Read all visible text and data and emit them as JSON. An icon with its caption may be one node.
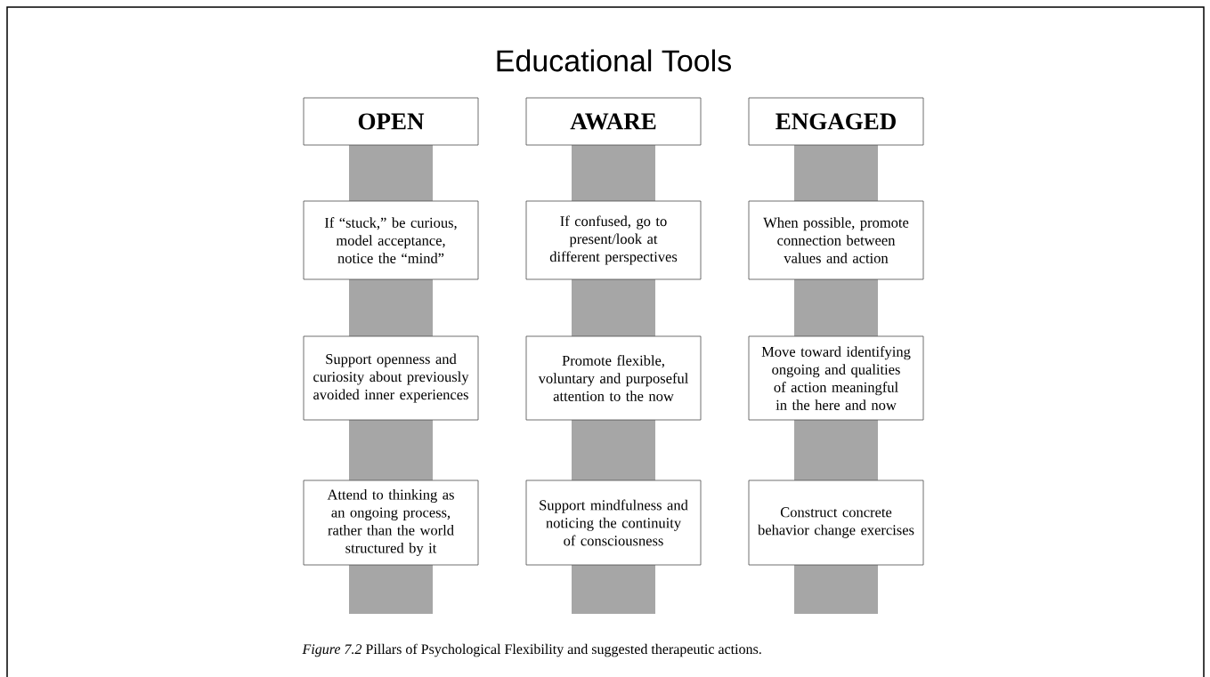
{
  "diagram": {
    "title": "Educational Tools",
    "nodes": [
      {
        "text": [
          "OPEN"
        ]
      },
      {
        "text": [
          "AWARE"
        ]
      },
      {
        "text": [
          "ENGAGED"
        ]
      },
      {
        "text": [
          "If “stuck,” be curious, model acceptance, notice the “mind”"
        ]
      },
      {
        "text": [
          "If confused, go to present/look at different perspectives"
        ]
      },
      {
        "text": [
          "When possible, promote connection between values and action"
        ]
      },
      {
        "text": [
          "Support openness and curiosity about previously avoided inner experiences"
        ]
      },
      {
        "text": [
          "Promote flexible, voluntary and purposeful attention to the now"
        ]
      },
      {
        "text": [
          "Move toward identifying ongoing and qualities of action meaningful in the here and now"
        ]
      },
      {
        "text": [
          "Attend to thinking as an ongoing process, rather than the world structured by it"
        ]
      },
      {
        "text": [
          "Support mindfulness and noticing the continuity of consciousness"
        ]
      },
      {
        "text": [
          "Construct concrete behavior change exercises"
        ]
      },
      {
        "text": [],
        "shape": "bar"
      },
      {
        "text": [],
        "shape": "bar"
      },
      {
        "text": [],
        "shape": "bar"
      }
    ],
    "caption": "*Figure 7.2* Pillars of Psychological Flexibility and suggested therapeutic actions."
  }
}
